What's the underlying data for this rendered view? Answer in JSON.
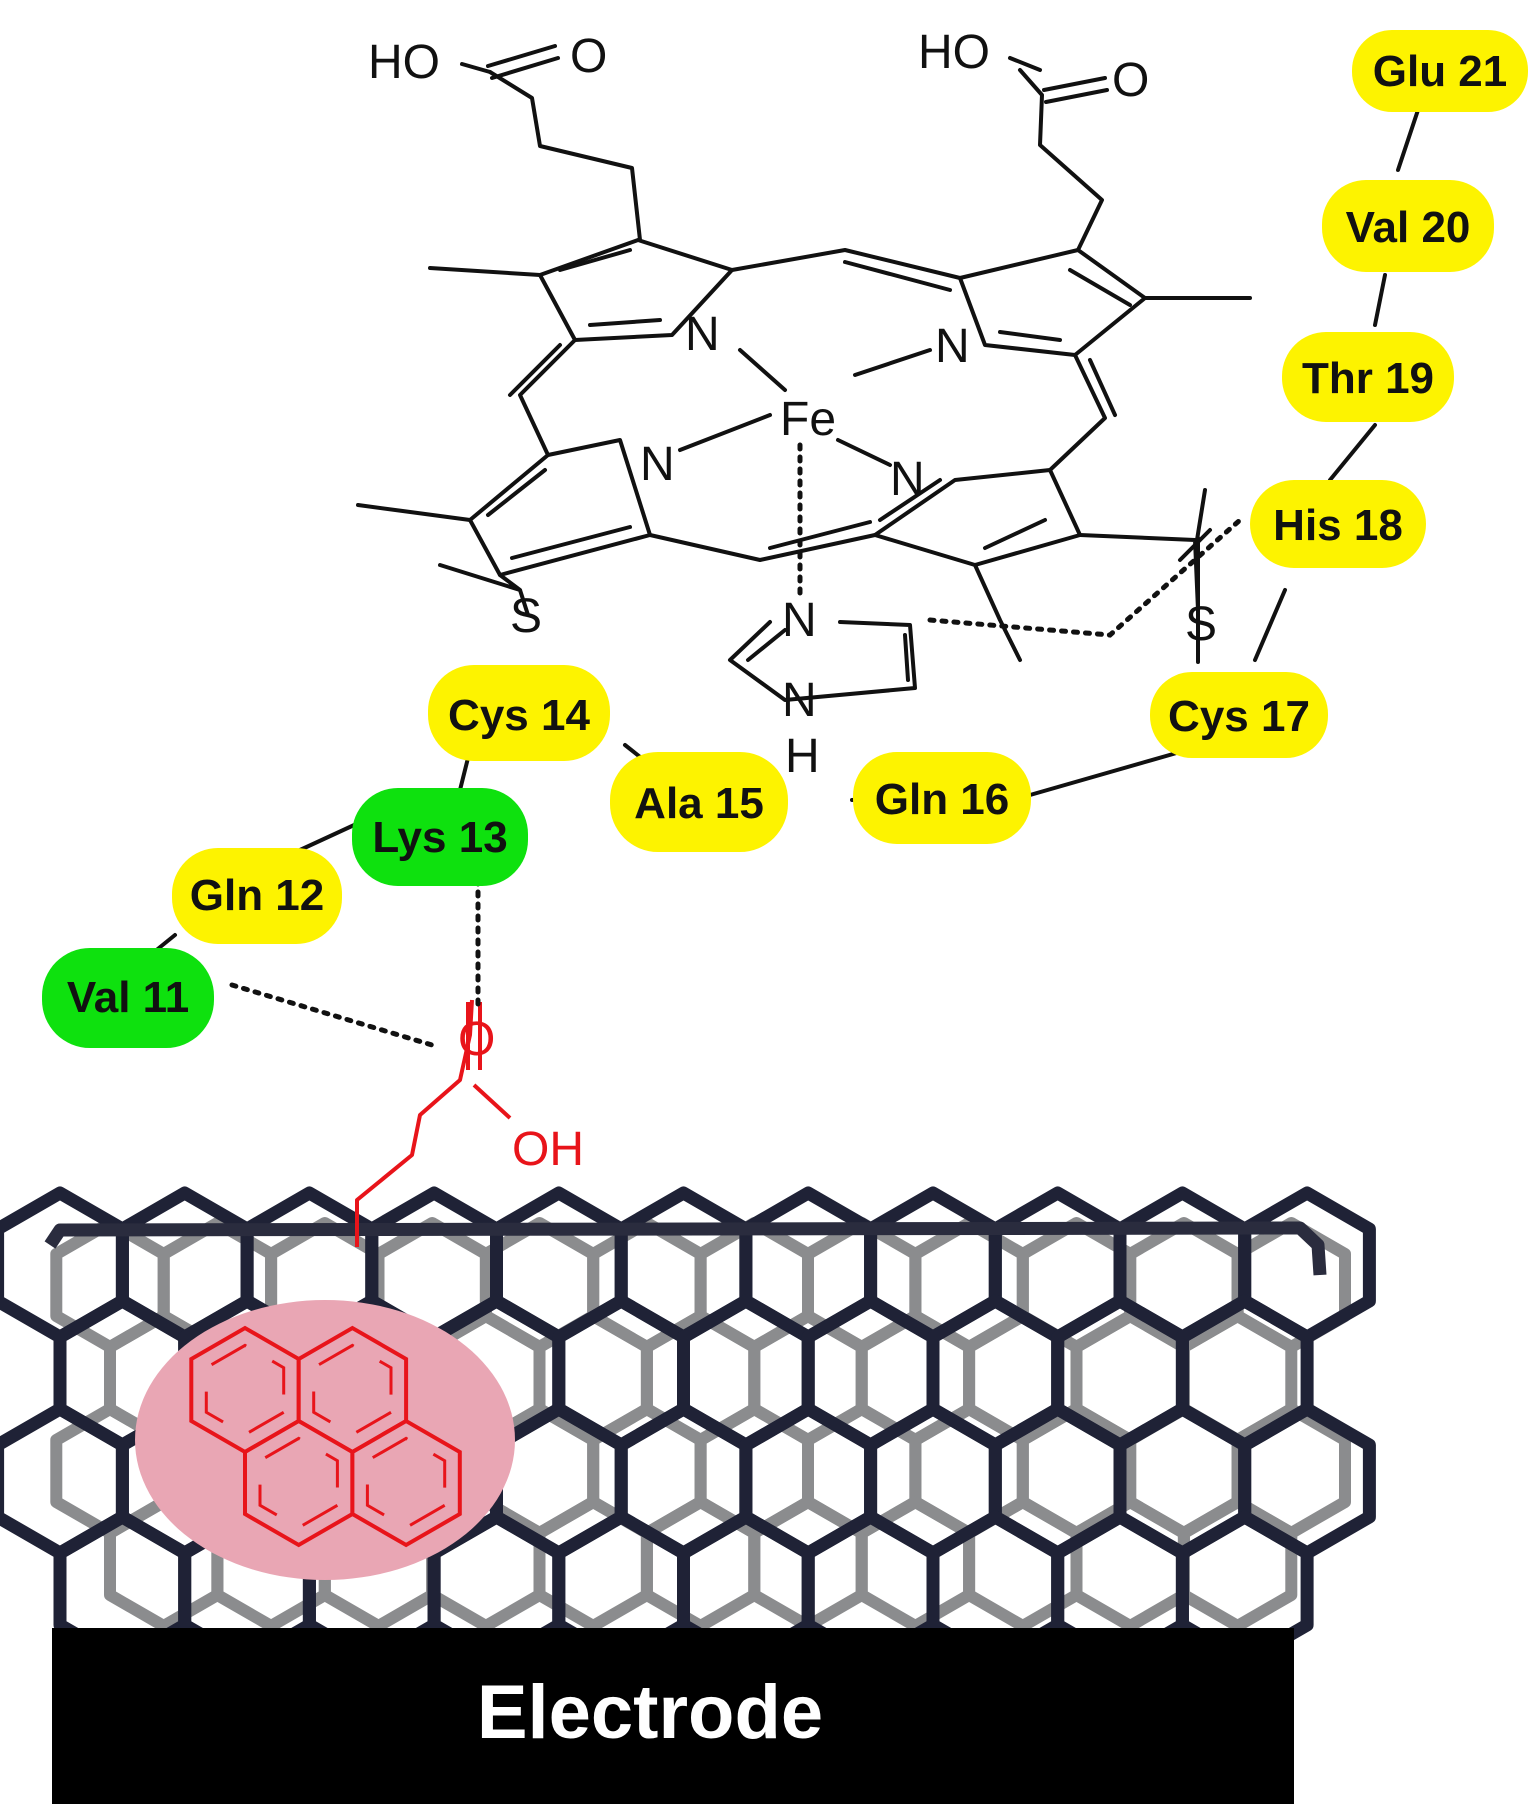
{
  "heme": {
    "carboxyl_left": {
      "oh": "HO",
      "o": "O"
    },
    "carboxyl_right": {
      "oh": "HO",
      "o": "O"
    },
    "iron": "Fe",
    "nitrogen": "N",
    "sulfur": "S",
    "hydrogen": "H"
  },
  "residues": [
    {
      "label": "Glu 21",
      "color": "#fdf300"
    },
    {
      "label": "Val 20",
      "color": "#fdf300"
    },
    {
      "label": "Thr 19",
      "color": "#fdf300"
    },
    {
      "label": "His 18",
      "color": "#fdf300"
    },
    {
      "label": "Cys 17",
      "color": "#fdf300"
    },
    {
      "label": "Gln 16",
      "color": "#fdf300"
    },
    {
      "label": "Ala 15",
      "color": "#fdf300"
    },
    {
      "label": "Cys 14",
      "color": "#fdf300"
    },
    {
      "label": "Lys 13",
      "color": "#0ee10e"
    },
    {
      "label": "Gln 12",
      "color": "#fdf300"
    },
    {
      "label": "Val 11",
      "color": "#0ee10e"
    }
  ],
  "linker": {
    "o": "O",
    "oh": "OH",
    "color": "#e8141a",
    "pyrene_fill": "#e9a6b4"
  },
  "electrode": {
    "label": "Electrode",
    "color": "#000000"
  }
}
